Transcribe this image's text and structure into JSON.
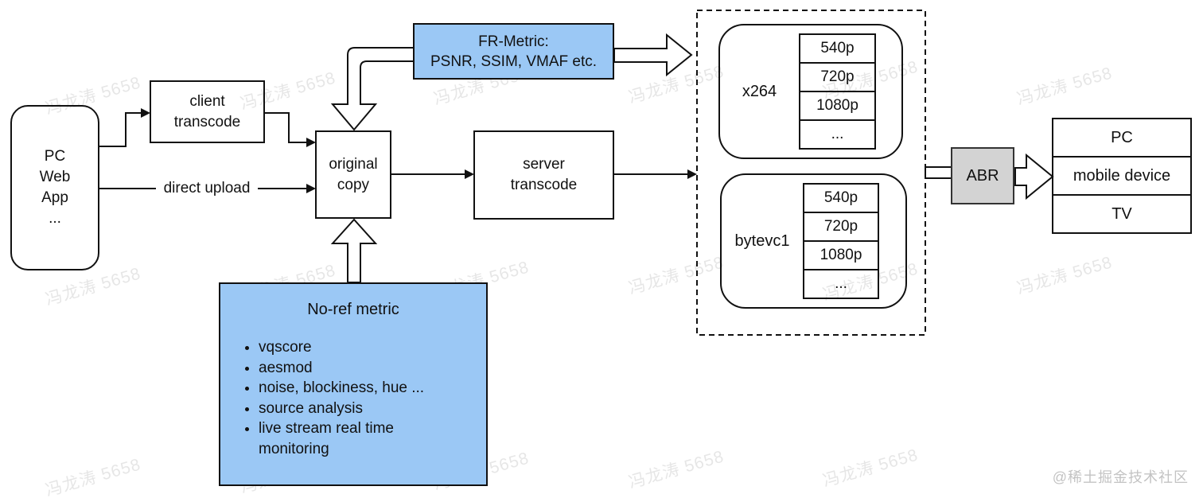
{
  "diagram": {
    "source": {
      "lines": [
        "PC",
        "Web",
        "App",
        "..."
      ]
    },
    "client_transcode": {
      "line1": "client",
      "line2": "transcode"
    },
    "direct_upload_label": "direct upload",
    "original_copy": {
      "line1": "original",
      "line2": "copy"
    },
    "server_transcode": {
      "line1": "server",
      "line2": "transcode"
    },
    "fr_metric": {
      "line1": "FR-Metric:",
      "line2": "PSNR, SSIM, VMAF etc.",
      "fill": "#9BC8F5"
    },
    "no_ref_metric": {
      "title": "No-ref metric",
      "bullets": [
        "vqscore",
        "aesmod",
        "noise, blockiness, hue ...",
        "source analysis",
        "live stream real time monitoring"
      ],
      "fill": "#9BC8F5"
    },
    "codecs": [
      {
        "name": "x264",
        "renditions": [
          "540p",
          "720p",
          "1080p",
          "..."
        ]
      },
      {
        "name": "bytevc1",
        "renditions": [
          "540p",
          "720p",
          "1080p",
          "..."
        ]
      }
    ],
    "abr": {
      "label": "ABR",
      "fill": "#D3D3D3"
    },
    "devices": [
      "PC",
      "mobile device",
      "TV"
    ],
    "line_color": "#111111"
  },
  "watermark": {
    "text": "冯龙涛 5658",
    "credit": "@稀土掘金技术社区"
  }
}
